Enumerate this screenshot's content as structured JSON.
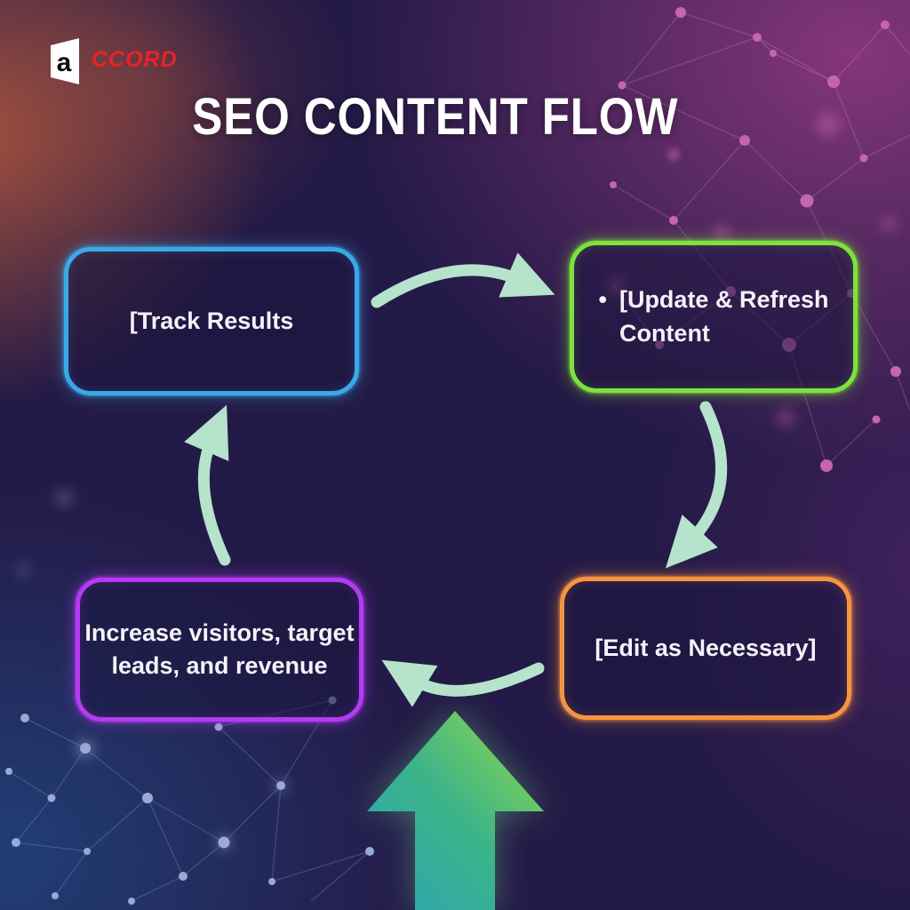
{
  "logo": {
    "mark_letter": "a",
    "brand_text": "CCORD",
    "brand_color": "#e62329"
  },
  "header": {
    "title": "SEO CONTENT FLOW"
  },
  "flow": {
    "steps": [
      {
        "name": "track-results",
        "text": "[Track Results",
        "border_color": "#3aa9e8"
      },
      {
        "name": "update-refresh-content",
        "bullet": "•",
        "line1": "[Update & Refresh",
        "line2": "Content",
        "border_color": "#7ee23b"
      },
      {
        "name": "edit-as-necessary",
        "text": "[Edit as Necessary]",
        "border_color": "#f6953f"
      },
      {
        "name": "increase-visitors-leads-revenue",
        "line1": "Increase visitors, target",
        "line2": "leads, and revenue",
        "border_color": "#b43bf2"
      }
    ],
    "connector_color": "#b5e3cb",
    "up_arrow_gradient": [
      "#2ba3b4",
      "#3cb489",
      "#96da45"
    ]
  },
  "background": {
    "base_color": "#241a47",
    "top_right_glow": "#92387f",
    "left_glow": "#c6603a",
    "bottom_left_glow": "#20427a"
  }
}
